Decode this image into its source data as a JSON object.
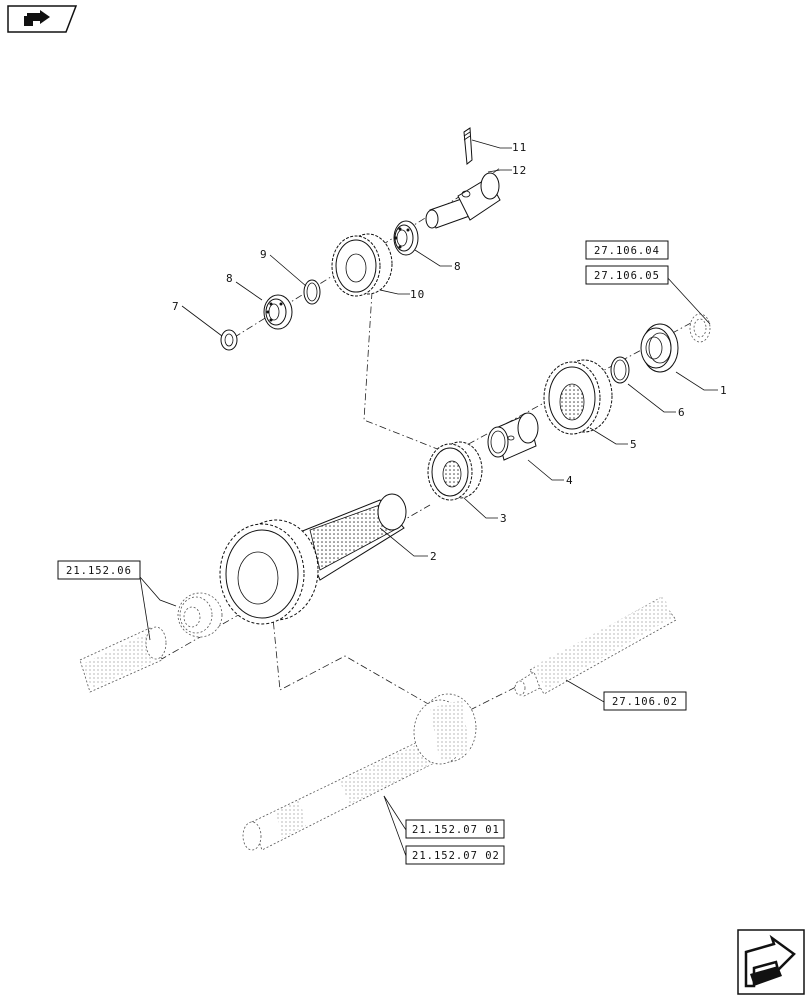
{
  "callouts": {
    "c1": "1",
    "c2": "2",
    "c3": "3",
    "c4": "4",
    "c5": "5",
    "c6": "6",
    "c7": "7",
    "c8a": "8",
    "c8b": "8",
    "c9": "9",
    "c10": "10",
    "c11": "11",
    "c12": "12"
  },
  "references": {
    "r1": "27.106.04",
    "r2": "27.106.05",
    "r3": "21.152.06",
    "r4": "27.106.02",
    "r5": "21.152.07 01",
    "r6": "21.152.07 02"
  },
  "icons": {
    "top_left": "previous-page-arrow-icon",
    "bottom_right": "next-page-arrow-icon"
  }
}
